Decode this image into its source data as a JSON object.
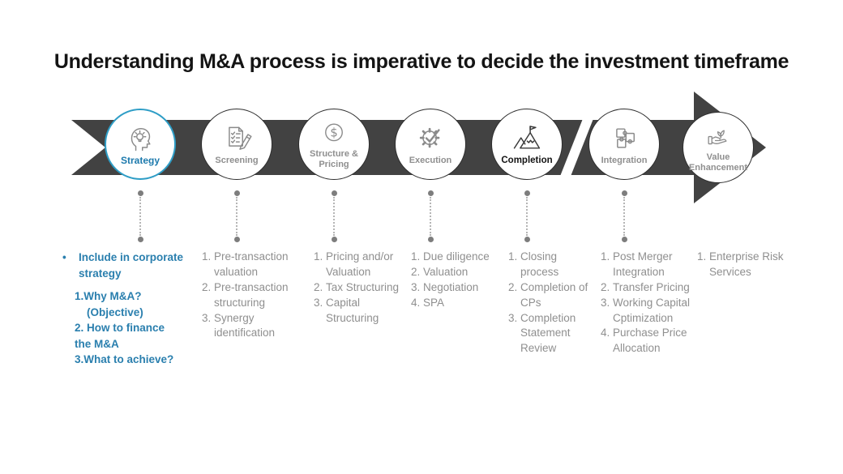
{
  "title": "Understanding M&A process is imperative to decide the investment timeframe",
  "colors": {
    "accent_blue_border": "#2e9dc6",
    "accent_blue_text": "#1d7aad",
    "arrow_gray": "#424242",
    "body_gray": "#8f8f8f",
    "dark_text": "#141414"
  },
  "stages": [
    {
      "icon": "head-bulb-icon",
      "label_lines": [
        "Strategy"
      ],
      "emphasis": "blue"
    },
    {
      "icon": "checklist-pencil-icon",
      "label_lines": [
        "Screening"
      ],
      "emphasis": "none"
    },
    {
      "icon": "dollar-circle-icon",
      "label_lines": [
        "Structure &",
        "Pricing"
      ],
      "emphasis": "none"
    },
    {
      "icon": "gear-check-icon",
      "label_lines": [
        "Execution"
      ],
      "emphasis": "none"
    },
    {
      "icon": "mountain-flag-icon",
      "label_lines": [
        "Completion"
      ],
      "emphasis": "bold"
    },
    {
      "icon": "puzzle-icon",
      "label_lines": [
        "Integration"
      ],
      "emphasis": "none"
    },
    {
      "icon": "hand-plant-icon",
      "label_lines": [
        "Value",
        "Enhancement"
      ],
      "emphasis": "none"
    }
  ],
  "strategy_notes": {
    "bullet": "•",
    "bullet_text": "Include in corporate strategy",
    "lines": [
      "1.Why M&A?",
      "    (Objective)",
      "2. How to finance",
      "the M&A",
      "3.What to achieve?"
    ]
  },
  "columns": [
    {
      "items": [
        "Pre-transaction valuation",
        "Pre-transaction structuring",
        "Synergy identification"
      ]
    },
    {
      "items": [
        "Pricing and/or Valuation",
        "Tax Structuring",
        "Capital Structuring"
      ]
    },
    {
      "items": [
        "Due diligence",
        "Valuation",
        "Negotiation",
        "SPA"
      ]
    },
    {
      "items": [
        "Closing process",
        "Completion of CPs",
        "Completion Statement Review"
      ]
    },
    {
      "items": [
        "Post Merger Integration",
        "Transfer Pricing",
        "Working Capital Cptimization",
        "Purchase Price Allocation"
      ]
    },
    {
      "items": [
        "Enterprise Risk Services"
      ]
    }
  ]
}
